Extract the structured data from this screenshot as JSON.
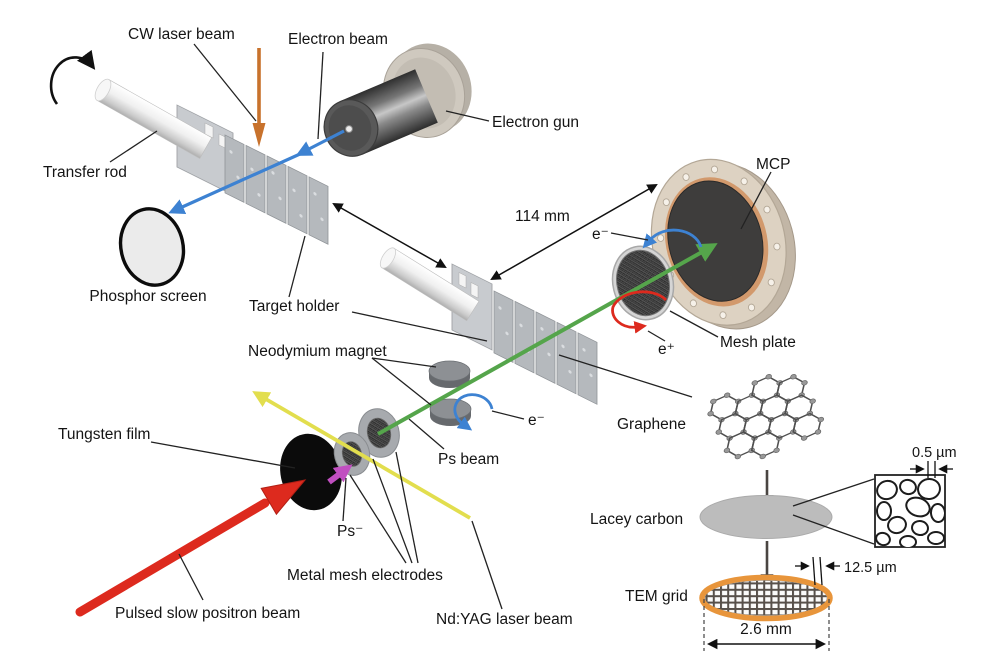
{
  "labels": {
    "cw_laser_beam": "CW laser beam",
    "electron_beam": "Electron beam",
    "electron_gun": "Electron gun",
    "transfer_rod": "Transfer rod",
    "phosphor_screen": "Phosphor screen",
    "target_holder": "Target holder",
    "neodymium_magnet": "Neodymium magnet",
    "ps_beam": "Ps beam",
    "electron_at_magnet": "e⁻",
    "electron_at_mcp": "e⁻",
    "positron_at_mesh": "e⁺",
    "mcp": "MCP",
    "mesh_plate": "Mesh plate",
    "graphene": "Graphene",
    "lacey_carbon": "Lacey carbon",
    "tem_grid": "TEM grid",
    "tungsten_film": "Tungsten film",
    "ps_minus_ion": "Ps⁻",
    "metal_mesh_electrodes": "Metal mesh electrodes",
    "pulsed_slow_positron_beam": "Pulsed slow positron beam",
    "nd_yag_laser_beam": "Nd:YAG laser beam"
  },
  "dimensions": {
    "holder_to_mcp_distance": "114 mm",
    "lacey_carbon_feature": "0.5 µm",
    "tem_grid_bar_pitch": "12.5 µm",
    "tem_grid_diameter": "2.6 mm"
  },
  "colors": {
    "electron_beam": "#3d82d2",
    "ps_beam": "#55a54b",
    "cw_laser_beam": "#c8722c",
    "nd_yag_laser_beam": "#e2de4e",
    "positron_beam": "#dd2a1e",
    "ps_minus_arrow": "#c14fc1",
    "tem_grid_ring": "#e8953b"
  }
}
